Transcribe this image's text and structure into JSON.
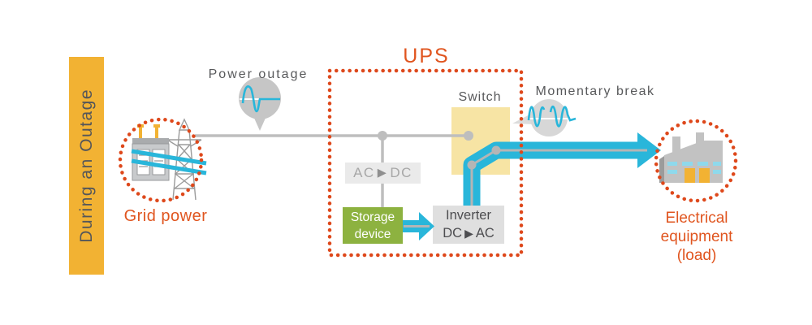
{
  "banner": {
    "label": "During an Outage"
  },
  "source": {
    "label": "Grid power"
  },
  "callouts": {
    "power_outage": {
      "label": "Power outage"
    },
    "momentary_break": {
      "label": "Momentary break"
    }
  },
  "ups": {
    "title": "UPS",
    "switch": {
      "label": "Switch"
    },
    "rectifier": {
      "from": "AC",
      "arrow": "▶",
      "to": "DC"
    },
    "storage": {
      "line1": "Storage",
      "line2": "device"
    },
    "inverter": {
      "title": "Inverter",
      "from": "DC",
      "arrow": "▶",
      "to": "AC"
    }
  },
  "load": {
    "line1": "Electrical",
    "line2": "equipment",
    "line3": "(load)"
  },
  "colors": {
    "banner_yellow": "#F2B233",
    "accent_orange": "#E0551F",
    "dotted_orange": "#DE481B",
    "flow_cyan": "#29B6DA",
    "switch_yellow": "#F7E4A4",
    "storage_green": "#8DB240",
    "inverter_gray": "#DFDFDF",
    "rectifier_gray": "#EAEAEA",
    "line_gray": "#BEBEBE",
    "label_gray": "#58595B"
  },
  "icons": {
    "power_outage_waveform": "sine-pulse-then-flatline",
    "momentary_break_waveform": "sine-wave-with-gap",
    "rectifier_arrow_glyph": "▶",
    "grid_icon": "transformer-and-transmission-tower",
    "load_icon": "factory-building"
  }
}
